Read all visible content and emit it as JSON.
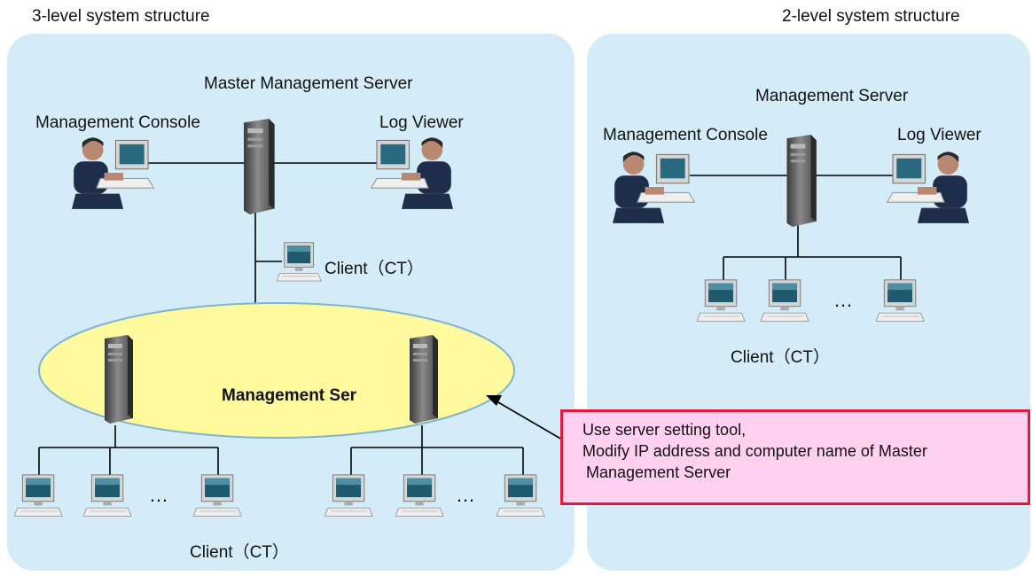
{
  "left": {
    "heading": "3-level system structure",
    "master_server_label": "Master Management Server",
    "console_label": "Management Console",
    "log_viewer_label": "Log Viewer",
    "client_label_top": "Client（CT）",
    "management_server_label": "Management Ser",
    "ellipsis_left": "…",
    "ellipsis_right": "…",
    "client_label_bottom": "Client（CT）"
  },
  "right": {
    "heading": "2-level system structure",
    "server_label": "Management Server",
    "console_label": "Management Console",
    "log_viewer_label": "Log Viewer",
    "ellipsis": "…",
    "client_label": "Client（CT）"
  },
  "callout": {
    "line1": "Use server setting tool,",
    "line2": "Modify IP address and computer name of Master",
    "line3": "Management Server"
  },
  "colors": {
    "panel": "#d4ecf7",
    "ellipse": "#fffa9e",
    "callout_fill": "#ffd0f0",
    "callout_border": "#e8183c"
  }
}
